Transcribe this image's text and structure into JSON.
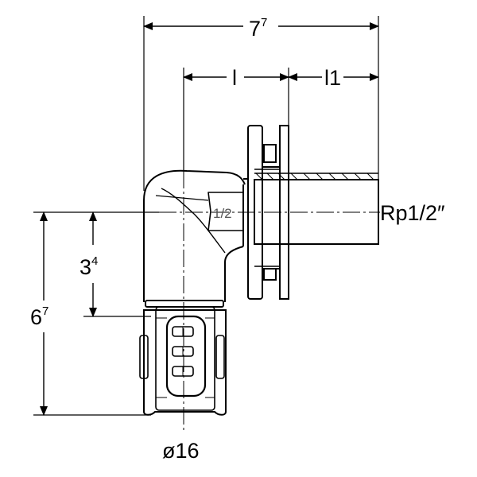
{
  "drawing": {
    "type": "technical dimension drawing",
    "line_color": "#000000",
    "background": "#ffffff"
  },
  "dimensions": {
    "overall_width": {
      "base": "7",
      "sup": "7"
    },
    "length_l": "l",
    "length_l1": "l1",
    "height_offset": {
      "base": "3",
      "sup": "4"
    },
    "overall_height": {
      "base": "6",
      "sup": "7"
    },
    "pipe_diameter": "ø16",
    "thread_size": "Rp1/2″"
  },
  "part_marking": "1/2"
}
